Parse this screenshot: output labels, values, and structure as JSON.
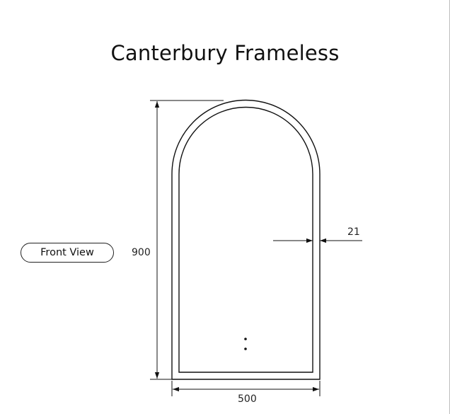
{
  "title": "Canterbury Frameless",
  "view_label": "Front View",
  "dimensions": {
    "height": "900",
    "width": "500",
    "frame_thickness": "21"
  }
}
